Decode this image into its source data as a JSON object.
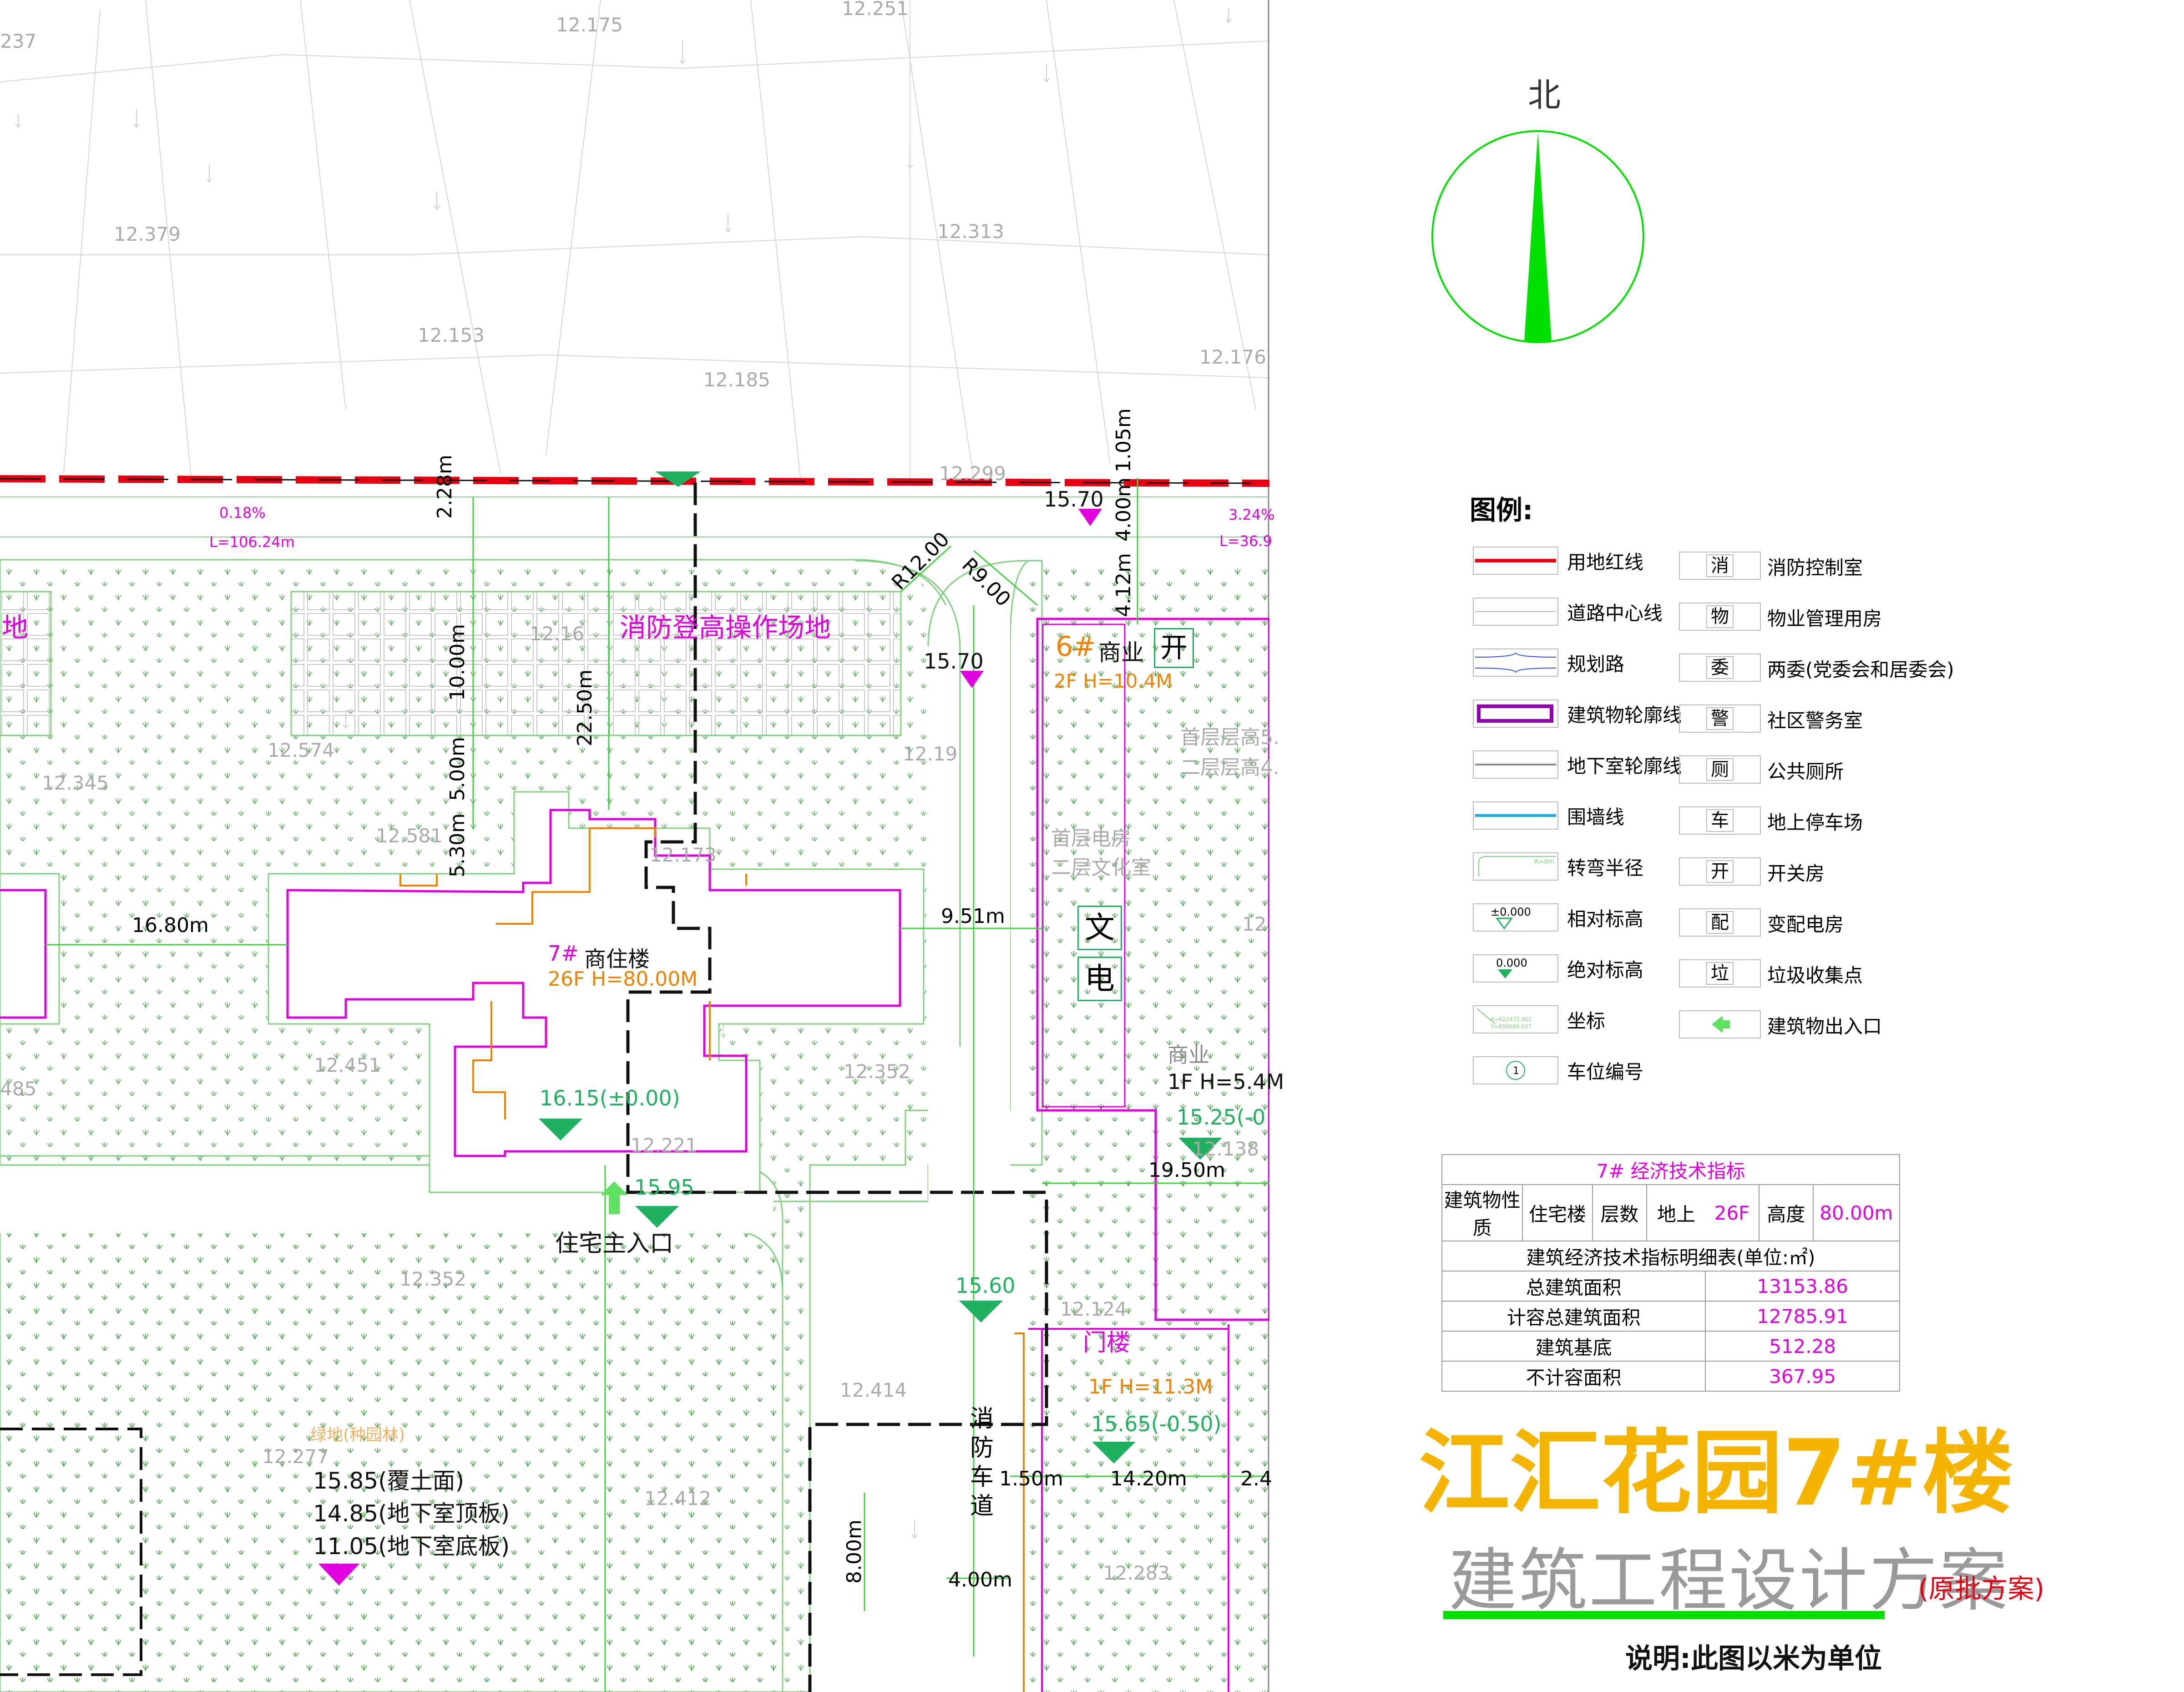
{
  "elevation_labels": [
    "12.175",
    "12.251",
    "12.379",
    "12.313",
    "12.153",
    "12.185",
    "12.176",
    "12.299",
    "12.16",
    "12.574",
    "12.19",
    "12.345",
    "12.581",
    "12.173",
    "12.451",
    "12.352",
    "12.221",
    "12.138",
    "12.352",
    "12.124",
    "12.414",
    "12.277",
    "12.412",
    "12.283",
    "237",
    "485",
    "12."
  ],
  "north_label": "北",
  "fire_area_label": "消防登高操作场地",
  "left_land_fragment": "地",
  "dims": {
    "d228": "2.28m",
    "d1000": "10.00m",
    "d2250": "22.50m",
    "d500": "5.00m",
    "d530": "5.30m",
    "d1680": "16.80m",
    "d951": "9.51m",
    "d105": "1.05m",
    "d400a": "4.00m",
    "d412": "4.12m",
    "d1950": "19.50m",
    "d150": "1.50m",
    "d1420": "14.20m",
    "d24": "2.4",
    "d800": "8.00m",
    "d400b": "4.00m",
    "r12": "R12.00",
    "r9": "R9.00",
    "slope1": "0.18%",
    "len1": "L=106.24m",
    "slope2": "3.24%",
    "len2": "L=36.9"
  },
  "building7": {
    "name": "7#",
    "use": "商住楼",
    "spec": "26F H=80.00M",
    "entrance_level": "16.15(±0.00)",
    "entrance_label": "住宅主入口",
    "level2": "15.95"
  },
  "building6": {
    "name": "6#",
    "use": "商业",
    "spec": "2F H=10.4M",
    "floor_h1": "首层层高5.",
    "floor_h2": "二层层高4.",
    "room1": "首层电房",
    "room2": "二层文化室",
    "tag_kai": "开",
    "tag_wen": "文",
    "tag_dian": "电"
  },
  "commercial": {
    "use": "商业",
    "spec": "1F H=5.4M",
    "level": "15.25(-0"
  },
  "gate": {
    "name": "门楼",
    "spec": "1F H=11.3M",
    "level": "15.65(-0.50)"
  },
  "levels": {
    "top_a": "15.70",
    "top_b": "15.70",
    "road": "15.60"
  },
  "fire_lane": [
    "消",
    "防",
    "车",
    "道"
  ],
  "podium": {
    "label": "绿地(种园林)",
    "l1": "15.85(覆土面)",
    "l2": "14.85(地下室顶板)",
    "l3": "11.05(地下室底板)"
  },
  "legend": {
    "title": "图例:",
    "left": [
      {
        "kind": "red",
        "text": "用地红线"
      },
      {
        "kind": "thin",
        "text": "道路中心线"
      },
      {
        "kind": "road",
        "text": "规划路"
      },
      {
        "kind": "purple",
        "text": "建筑物轮廓线"
      },
      {
        "kind": "gray",
        "text": "地下室轮廓线"
      },
      {
        "kind": "blue",
        "text": "围墙线"
      },
      {
        "kind": "turn",
        "text": "转弯半径"
      },
      {
        "kind": "rel",
        "text": "相对标高",
        "sym": "±0.000"
      },
      {
        "kind": "abs",
        "text": "绝对标高",
        "sym": "0.000"
      },
      {
        "kind": "coord",
        "text": "坐标",
        "sym": "X=622472.402 Y=650689.037"
      },
      {
        "kind": "num",
        "text": "车位编号",
        "sym": "1"
      }
    ],
    "right": [
      {
        "ch": "消",
        "text": "消防控制室"
      },
      {
        "ch": "物",
        "text": "物业管理用房"
      },
      {
        "ch": "委",
        "text": "两委(党委会和居委会)"
      },
      {
        "ch": "警",
        "text": "社区警务室"
      },
      {
        "ch": "厕",
        "text": "公共厕所"
      },
      {
        "ch": "车",
        "text": "地上停车场"
      },
      {
        "ch": "开",
        "text": "开关房"
      },
      {
        "ch": "配",
        "text": "变配电房"
      },
      {
        "ch": "垃",
        "text": "垃圾收集点"
      },
      {
        "ch": "",
        "text": "建筑物出入口"
      }
    ]
  },
  "indicators": {
    "title": "7# 经济技术指标",
    "row1": [
      "建筑物性质",
      "住宅楼",
      "层数",
      "地上",
      "26F",
      "高度",
      "80.00m"
    ],
    "subtitle": "建筑经济技术指标明细表(单位:㎡)",
    "rows": [
      {
        "label": "总建筑面积",
        "value": "13153.86"
      },
      {
        "label": "计容总建筑面积",
        "value": "12785.91"
      },
      {
        "label": "建筑基底",
        "value": "512.28"
      },
      {
        "label": "不计容面积",
        "value": "367.95"
      }
    ]
  },
  "project_title": "江汇花园7#楼",
  "project_subtitle": "建筑工程设计方案",
  "scheme_note": "(原批方案)",
  "unit_note": "说明:此图以米为单位",
  "colors": {
    "red": "#e60012",
    "green": "#00e000",
    "magenta": "#e000e0",
    "orange": "#f08000",
    "title": "#f5b400",
    "gray": "#9a9a9a"
  }
}
